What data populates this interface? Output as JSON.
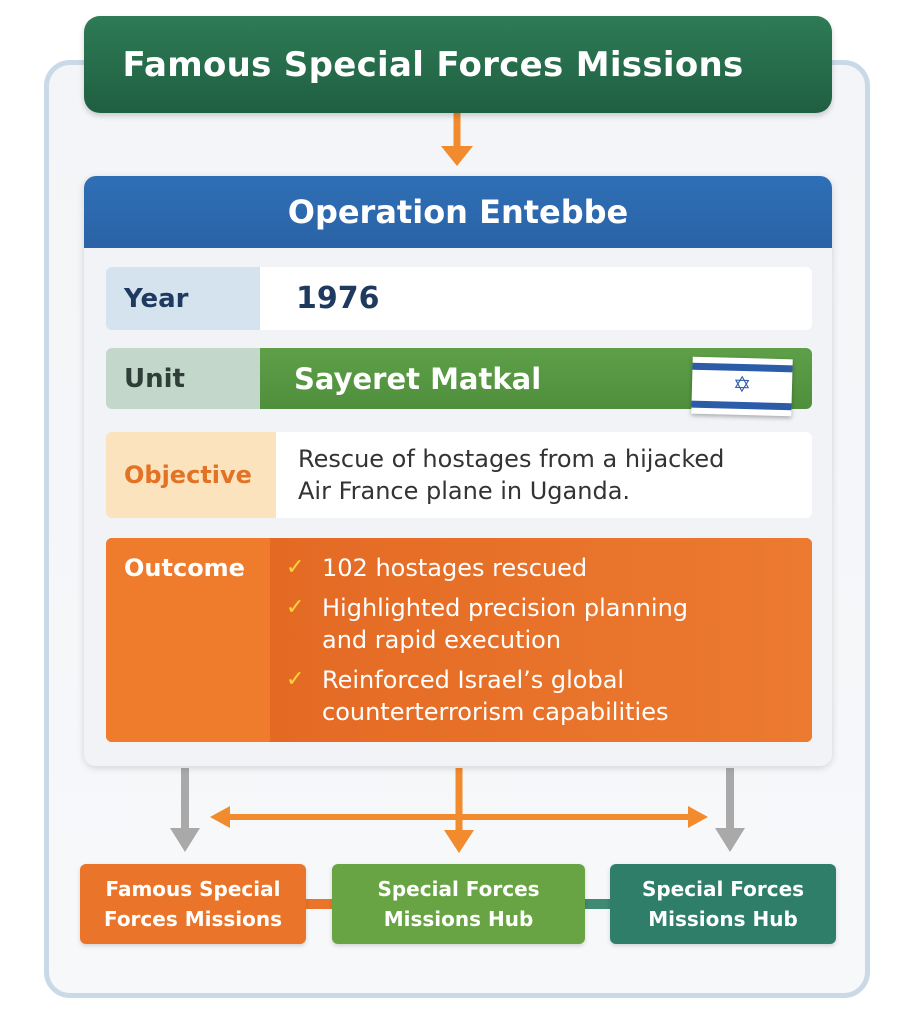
{
  "title": "Famous Special Forces Missions",
  "operation": {
    "name": "Operation Entebbe",
    "year_label": "Year",
    "year_value": "1976",
    "unit_label": "Unit",
    "unit_value": "Sayeret Matkal",
    "objective_label": "Objective",
    "objective_lines": [
      "Rescue of hostages from a hijacked",
      "Air France plane in Uganda."
    ],
    "outcome_label": "Outcome",
    "outcomes": [
      {
        "line1": "102 hostages rescued",
        "line2": ""
      },
      {
        "line1": "Highlighted precision planning",
        "line2": "and rapid execution"
      },
      {
        "line1": "Reinforced Israel’s global",
        "line2": "counterterrorism capabilities"
      }
    ]
  },
  "bottom_boxes": [
    {
      "line1": "Famous Special",
      "line2": "Forces Missions"
    },
    {
      "line1": "Special Forces",
      "line2": "Missions Hub"
    },
    {
      "line1": "Special Forces",
      "line2": "Missions Hub"
    }
  ],
  "colors": {
    "title_banner": "#1f5f41",
    "header": "#2a63a6",
    "unit_green": "#4f8f3c",
    "outcome_orange": "#ea7429",
    "arrow_orange": "#f28a2e",
    "arrow_gray": "#a9a9a9",
    "box_teal": "#2f7e6a"
  },
  "icons": [
    "israel-flag-icon",
    "checkmark-icon",
    "arrow-down-icon",
    "double-arrow-icon"
  ]
}
